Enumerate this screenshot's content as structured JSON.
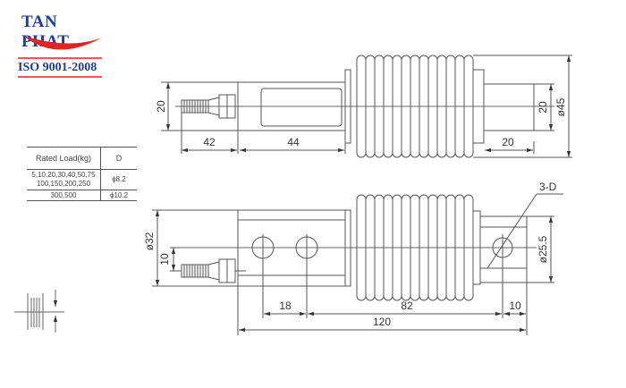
{
  "logo": {
    "brand": "TAN PHAT",
    "certification": "ISO 9001-2008",
    "colors": {
      "text": "#1c3f9a",
      "swoosh": "#e0261f"
    }
  },
  "spec_table": {
    "headers": [
      "Rated Load(kg)",
      "D"
    ],
    "rows": [
      {
        "load": "5,10,20,30,40,50,75\n100,150,200,250",
        "load_line1": "5,10,20,30,40,50,75",
        "load_line2": "100,150,200,250",
        "d": "ϕ8.2"
      },
      {
        "load": "300,500",
        "d": "ϕ10.2"
      }
    ]
  },
  "top_view": {
    "dims": {
      "height_left": "20",
      "cable_length": "42",
      "body_length": "44",
      "end_height": "20",
      "diameter": "ø45",
      "end_length": "20"
    }
  },
  "bottom_view": {
    "dims": {
      "diameter_left": "ø32",
      "hole_offset": "10",
      "hole_pitch": "18",
      "bellows_span": "82",
      "end_hole_offset": "10",
      "total_length": "120",
      "hole_label": "3-D",
      "end_diameter": "ø25.5"
    }
  },
  "legend_symbol": {
    "name": "mounting-direction-symbol"
  }
}
